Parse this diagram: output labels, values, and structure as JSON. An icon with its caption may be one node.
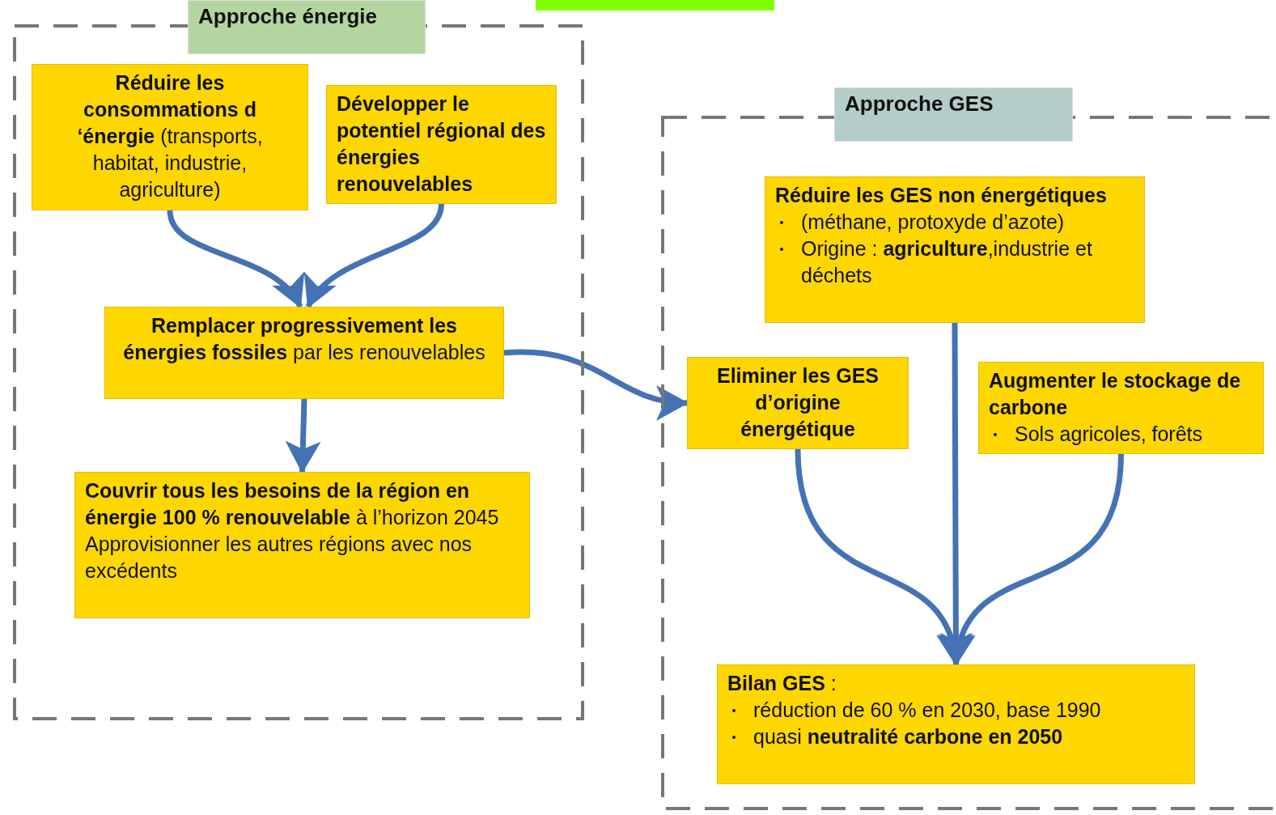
{
  "diagram": {
    "nodes": [
      {
        "text": [
          "Approche énergie"
        ]
      },
      {
        "text": [
          "**Réduire les consommations d ‘énergie** (transports, habitat, industrie, agriculture)"
        ],
        "in": 0
      },
      {
        "text": [
          "Développer le potentiel régional des énergies renouvelables"
        ],
        "in": 0
      },
      {
        "text": [
          "**Remplacer progressivement les énergies fossiles** par les renouvelables"
        ],
        "in": 0
      },
      {
        "text": [
          "**Couvrir tous les besoins de la région en énergie 100 % renouvelable** à l’horizon 2045",
          "Approvisionner les autres régions avec nos excédents"
        ],
        "in": 0
      },
      {
        "text": [
          "Approche GES"
        ]
      },
      {
        "text": [
          "Réduire les GES  non énergétiques",
          "(méthane, protoxyde d’azote)",
          "Origine : **agriculture**,industrie et déchets"
        ],
        "in": 5
      },
      {
        "text": [
          "Eliminer les GES d’origine énergétique"
        ],
        "in": 5
      },
      {
        "text": [
          "Augmenter le stockage de carbone",
          "Sols agricoles, forêts"
        ],
        "in": 5
      },
      {
        "text": [
          "**Bilan GES** :",
          "réduction de 60 % en 2030, base 1990",
          "quasi **neutralité carbone en 2050**"
        ],
        "in": 5
      },
      {
        "text": [],
        "shape": "bar"
      }
    ],
    "edges": [
      {
        "from": 1,
        "to": 3,
        "arrow": "to"
      },
      {
        "from": 2,
        "to": 3,
        "arrow": "to"
      },
      {
        "from": 3,
        "to": 4,
        "arrow": "to"
      },
      {
        "from": 3,
        "to": 7,
        "arrow": "to"
      },
      {
        "from": 6,
        "to": 9,
        "arrow": "to"
      },
      {
        "from": 7,
        "to": 9,
        "arrow": "to"
      },
      {
        "from": 8,
        "to": 9,
        "arrow": "to"
      }
    ]
  }
}
